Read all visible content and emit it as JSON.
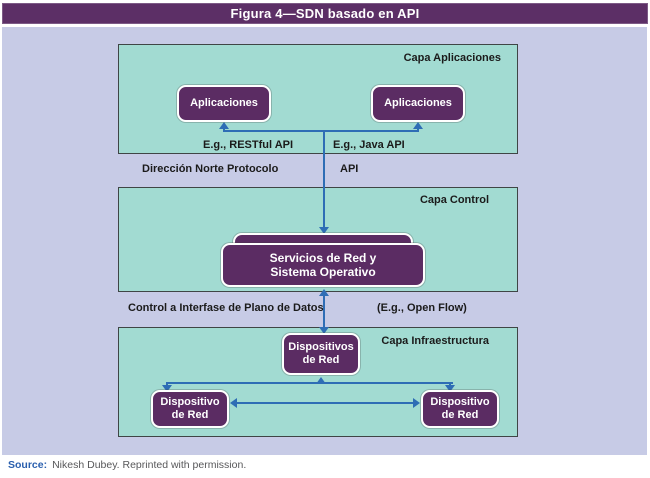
{
  "figure": {
    "title": "Figura 4—SDN basado en API"
  },
  "layers": {
    "applications": {
      "label": "Capa Aplicaciones"
    },
    "control": {
      "label": "Capa Control"
    },
    "infrastructure": {
      "label": "Capa Infraestructura"
    }
  },
  "nodes": {
    "app_left": {
      "label": "Aplicaciones"
    },
    "app_right": {
      "label": "Aplicaciones"
    },
    "services": {
      "line1": "Servicios de Red y",
      "line2": "Sistema Operativo"
    },
    "devices_hub": {
      "line1": "Dispositivos",
      "line2": "de Red"
    },
    "device_left": {
      "line1": "Dispositivo",
      "line2": "de Red"
    },
    "device_right": {
      "line1": "Dispositivo",
      "line2": "de Red"
    }
  },
  "edge_labels": {
    "restful_api": "E.g., RESTful API",
    "java_api": "E.g., Java API",
    "north_protocol": "Dirección Norte Protocolo",
    "api": "API",
    "control_data_plane": "Control a Interfase de Plano de Datos",
    "open_flow": "(E.g., Open Flow)"
  },
  "source": {
    "prefix": "Source:",
    "text": "Nikesh Dubey. Reprinted with permission."
  },
  "colors": {
    "title_bar_purple": "#5c2f66",
    "node_purple": "#5b2c63",
    "layer_teal": "#a2dbd2",
    "panel_lavender": "#c7cbe6",
    "connector_blue": "#2e6db5",
    "source_blue": "#2a5fae",
    "label_text": "#1b1b1b"
  }
}
